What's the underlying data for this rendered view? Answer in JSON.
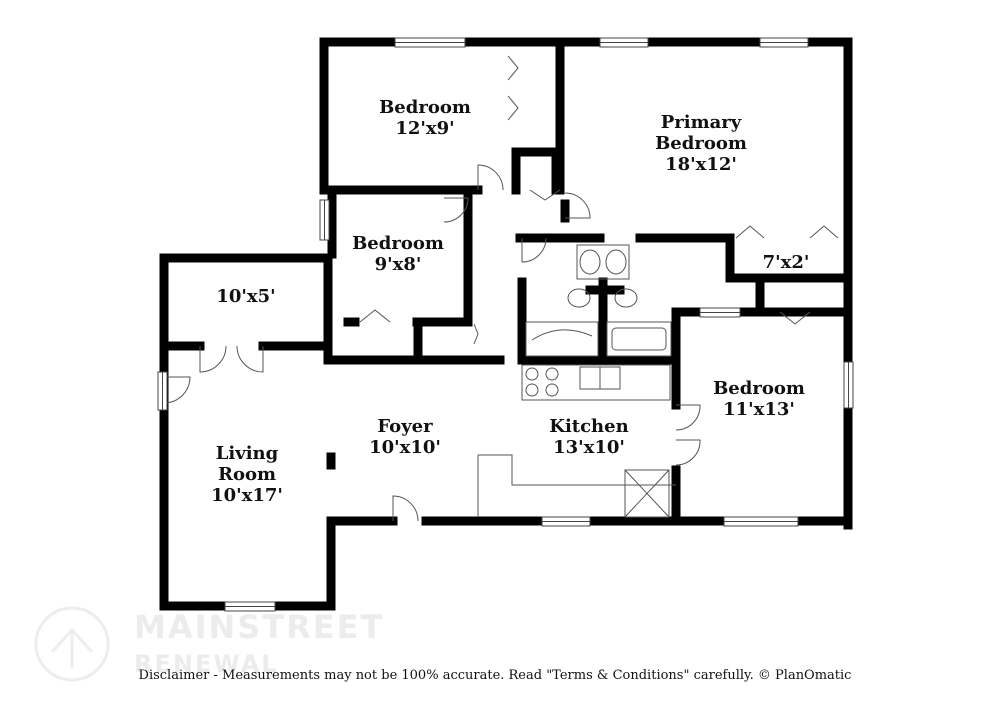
{
  "rooms": [
    {
      "id": "bedroom-1",
      "lines": [
        "Bedroom",
        "12'x9'"
      ]
    },
    {
      "id": "primary-bedroom",
      "lines": [
        "Primary",
        "Bedroom",
        "18'x12'"
      ]
    },
    {
      "id": "bedroom-2",
      "lines": [
        "Bedroom",
        "9'x8'"
      ]
    },
    {
      "id": "closet",
      "lines": [
        "7'x2'"
      ]
    },
    {
      "id": "storage",
      "lines": [
        "10'x5'"
      ]
    },
    {
      "id": "bedroom-3",
      "lines": [
        "Bedroom",
        "11'x13'"
      ]
    },
    {
      "id": "foyer",
      "lines": [
        "Foyer",
        "10'x10'"
      ]
    },
    {
      "id": "kitchen",
      "lines": [
        "Kitchen",
        "13'x10'"
      ]
    },
    {
      "id": "living-room",
      "lines": [
        "Living",
        "Room",
        "10'x17'"
      ]
    }
  ],
  "brand": {
    "name": "MAINSTREET",
    "sub": "RENEWAL"
  },
  "disclaimer": "Disclaimer - Measurements may not be 100% accurate. Read \"Terms & Conditions\" carefully. © PlanOmatic"
}
